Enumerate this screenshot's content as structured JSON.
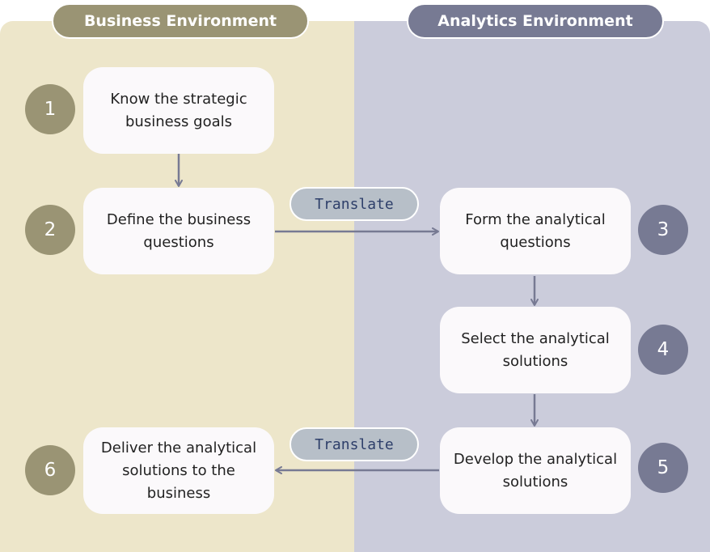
{
  "headers": {
    "business": "Business Environment",
    "analytics": "Analytics Environment"
  },
  "steps": [
    {
      "number": "1",
      "text": "Know the strategic business goals"
    },
    {
      "number": "2",
      "text": "Define the business questions"
    },
    {
      "number": "3",
      "text": "Form the analytical questions"
    },
    {
      "number": "4",
      "text": "Select the analytical solutions"
    },
    {
      "number": "5",
      "text": "Develop the analytical solutions"
    },
    {
      "number": "6",
      "text": "Deliver the analytical solutions to the business"
    }
  ],
  "connectors": {
    "translate_top": "Translate",
    "translate_bottom": "Translate"
  },
  "colors": {
    "business_panel": "#ede6ca",
    "business_accent": "#9a9474",
    "analytics_panel": "#cbccdb",
    "analytics_accent": "#777a93",
    "arrow": "#777a93"
  }
}
